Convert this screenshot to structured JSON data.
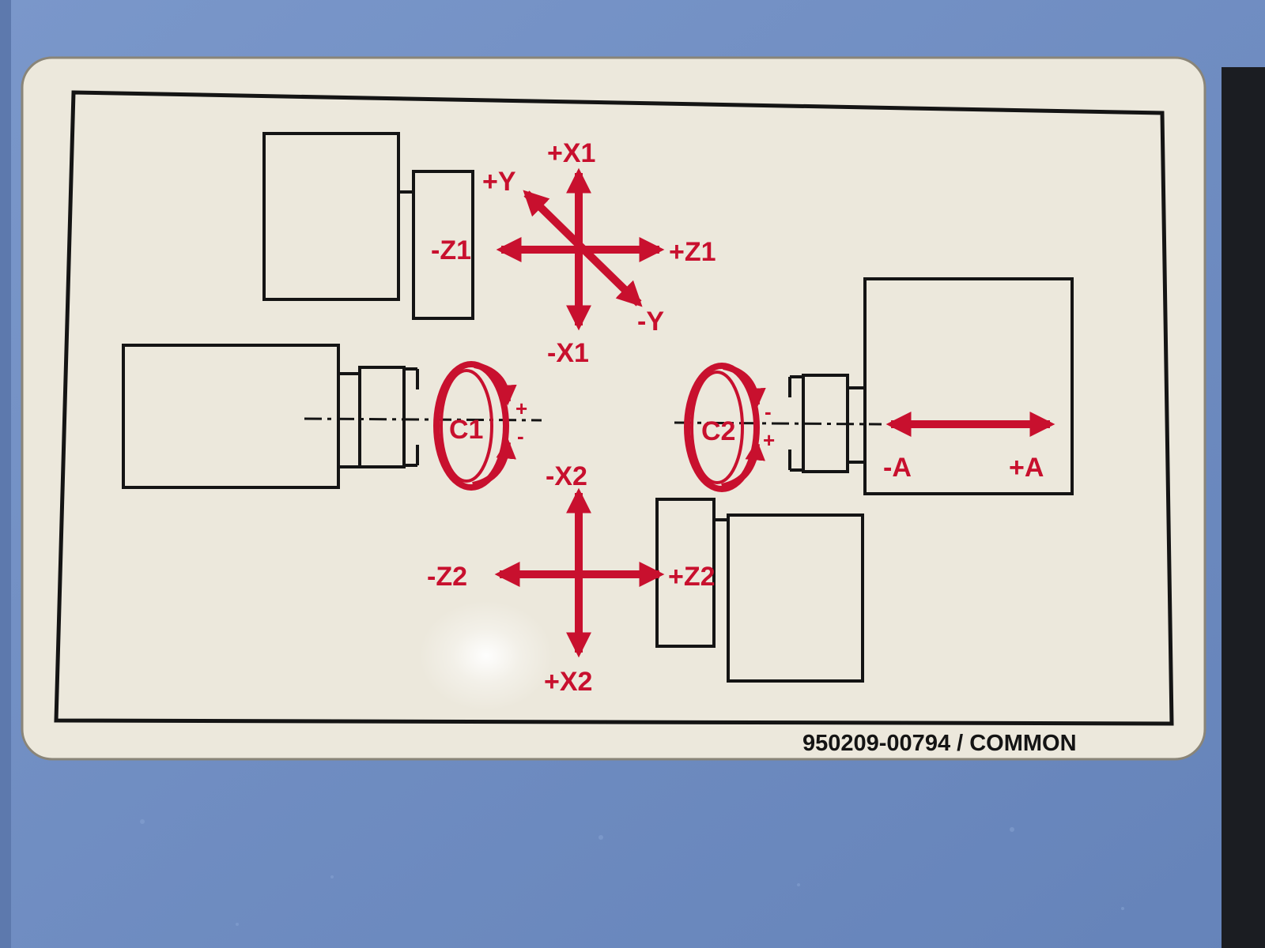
{
  "colors": {
    "panel": "#6f8ec4",
    "label_bg": "#ece8dc",
    "ink": "#141414",
    "accent": "#c8102e"
  },
  "axes": {
    "plus_x1": "+X1",
    "minus_x1": "-X1",
    "plus_y": "+Y",
    "minus_y": "-Y",
    "minus_z1": "-Z1",
    "plus_z1": "+Z1",
    "c1": "C1",
    "c2": "C2",
    "minus_a": "-A",
    "plus_a": "+A",
    "minus_x2": "-X2",
    "plus_x2": "+X2",
    "minus_z2": "-Z2",
    "plus_z2": "+Z2",
    "c1_plus": "+",
    "c1_minus": "-",
    "c2_minus": "-",
    "c2_plus": "+"
  },
  "footer": {
    "part_number": "950209-00794 / COMMON"
  }
}
